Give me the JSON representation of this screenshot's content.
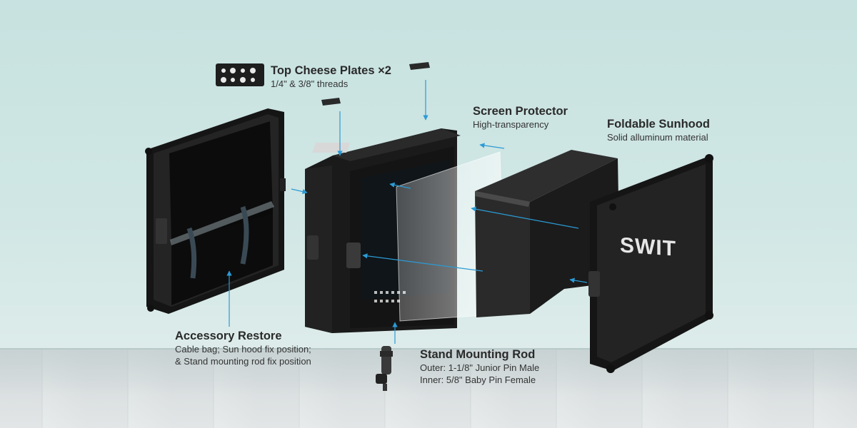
{
  "labels": {
    "cheese": {
      "title": "Top Cheese Plates ×2",
      "sub": "1/4\" & 3/8\" threads"
    },
    "screen": {
      "title": "Screen Protector",
      "sub": "High-transparency"
    },
    "sunhood": {
      "title": "Foldable Sunhood",
      "sub": "Solid alluminum material"
    },
    "accessory": {
      "title": "Accessory Restore",
      "sub1": "Cable bag; Sun hood fix position;",
      "sub2": "& Stand mounting rod fix position"
    },
    "stand": {
      "title": "Stand Mounting Rod",
      "sub1": "Outer: 1-1/8\" Junior Pin Male",
      "sub2": "Inner: 5/8\" Baby Pin Female"
    }
  },
  "brand": "SWIT",
  "colors": {
    "arrow": "#2b9bd6",
    "case": "#1c1c1c"
  }
}
